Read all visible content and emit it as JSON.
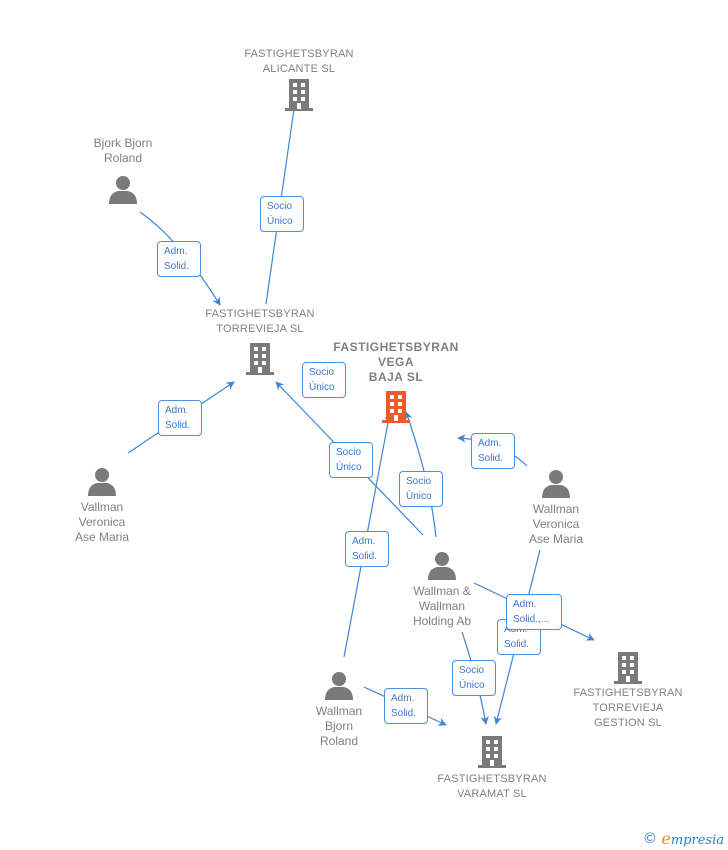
{
  "colors": {
    "edge": "#3d85d8",
    "node_gray": "#7a7a7a",
    "main_company": "#f05a28",
    "label_text": "#808080",
    "edge_label_text": "#3a78cc"
  },
  "nodes": {
    "alicante": {
      "type": "company",
      "label": "FASTIGHETSBYRAN\nALICANTE SL",
      "icon": "building-icon"
    },
    "torrevieja": {
      "type": "company",
      "label": "FASTIGHETSBYRAN\nTORREVIEJA SL",
      "icon": "building-icon"
    },
    "vega_baja": {
      "type": "company-main",
      "label": "FASTIGHETSBYRAN\nVEGA\nBAJA  SL",
      "icon": "building-icon"
    },
    "bjork": {
      "type": "person",
      "label": "Bjork Bjorn\nRoland",
      "icon": "person-icon"
    },
    "vallman": {
      "type": "person",
      "label": "Vallman\nVeronica\nAse Maria",
      "icon": "person-icon"
    },
    "wallman_veronica": {
      "type": "person",
      "label": "Wallman\nVeronica\nAse Maria",
      "icon": "person-icon"
    },
    "holding": {
      "type": "person",
      "label": "Wallman &\nWallman\nHolding Ab",
      "icon": "person-icon"
    },
    "wallman_bjorn": {
      "type": "person",
      "label": "Wallman\nBjorn\nRoland",
      "icon": "person-icon"
    },
    "gestion": {
      "type": "company",
      "label": "FASTIGHETSBYRAN\nTORREVIEJA\nGESTION  SL",
      "icon": "building-icon"
    },
    "varamat": {
      "type": "company",
      "label": "FASTIGHETSBYRAN\nVARAMAT  SL",
      "icon": "building-icon"
    }
  },
  "edges": [
    {
      "from": "torrevieja",
      "to": "alicante",
      "label": "Socio\nÚnico"
    },
    {
      "from": "bjork",
      "to": "torrevieja",
      "label": "Adm.\nSolid."
    },
    {
      "from": "vallman",
      "to": "torrevieja",
      "label": "Adm.\nSolid."
    },
    {
      "from": "vega_baja",
      "to": "torrevieja",
      "label": "Socio\nÚnico"
    },
    {
      "from": "holding",
      "to": "torrevieja",
      "label": "Socio\nÚnico"
    },
    {
      "from": "holding",
      "to": "vega_baja",
      "label": "Socio\nÚnico"
    },
    {
      "from": "wallman_bjorn",
      "to": "vega_baja",
      "label": "Adm.\nSolid."
    },
    {
      "from": "wallman_veronica",
      "to": "vega_baja",
      "label": "Adm.\nSolid."
    },
    {
      "from": "holding",
      "to": "gestion",
      "label": "Adm.\nSolid.,..."
    },
    {
      "from": "wallman_veronica",
      "to": "varamat",
      "label": "Adm.\nSolid."
    },
    {
      "from": "holding",
      "to": "varamat",
      "label": "Socio\nÚnico"
    },
    {
      "from": "wallman_bjorn",
      "to": "varamat",
      "label": "Adm.\nSolid."
    }
  ],
  "footer": {
    "copyright": "©",
    "brand_initial": "e",
    "brand_rest": "mpresia"
  }
}
